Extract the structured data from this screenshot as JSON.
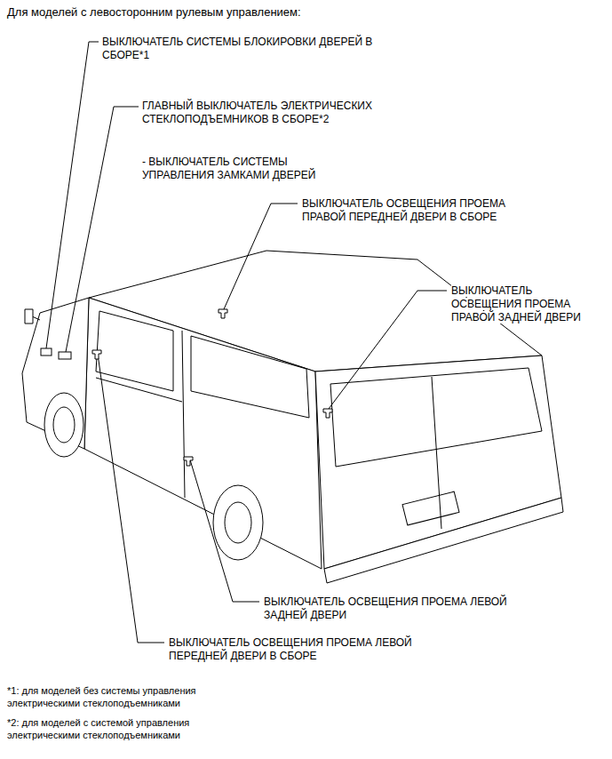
{
  "diagram": {
    "title": "Для моделей с левосторонним рулевым управлением:",
    "labels": [
      "ВЫКЛЮЧАТЕЛЬ СИСТЕМЫ БЛОКИРОВКИ ДВЕРЕЙ В СБОРЕ*1",
      "ГЛАВНЫЙ ВЫКЛЮЧАТЕЛЬ ЭЛЕКТРИЧЕСКИХ СТЕКЛОПОДЪЕМНИКОВ В СБОРЕ*2",
      "- ВЫКЛЮЧАТЕЛЬ СИСТЕМЫ УПРАВЛЕНИЯ ЗАМКАМИ ДВЕРЕЙ",
      "ВЫКЛЮЧАТЕЛЬ ОСВЕЩЕНИЯ ПРОЕМА ПРАВОЙ ПЕРЕДНЕЙ ДВЕРИ В СБОРЕ",
      "ВЫКЛЮЧАТЕЛЬ ОСВЕЩЕНИЯ ПРОЕМА ПРАВОЙ ЗАДНЕЙ ДВЕРИ",
      "ВЫКЛЮЧАТЕЛЬ ОСВЕЩЕНИЯ ПРОЕМА ЛЕВОЙ ЗАДНЕЙ ДВЕРИ",
      "ВЫКЛЮЧАТЕЛЬ ОСВЕЩЕНИЯ ПРОЕМА ЛЕВОЙ ПЕРЕДНЕЙ ДВЕРИ В СБОРЕ",
      "*1: для моделей без системы управления электрическими стеклоподъемниками",
      "*2: для моделей с системой управления электрическими стеклоподъемниками"
    ]
  }
}
